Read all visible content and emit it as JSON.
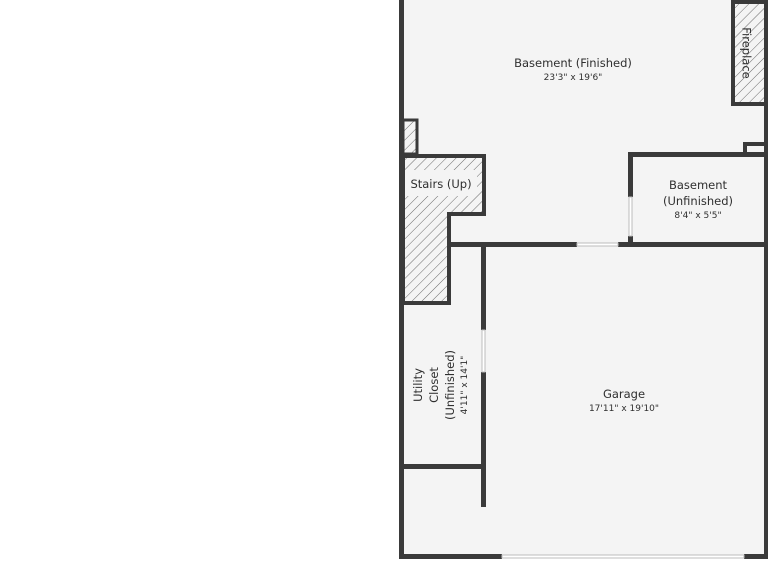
{
  "rooms": {
    "basement_finished": {
      "name": "Basement (Finished)",
      "dimensions": "23'3\" x 19'6\""
    },
    "fireplace": {
      "name": "Fireplace"
    },
    "stairs": {
      "name": "Stairs (Up)"
    },
    "basement_unfinished": {
      "name_line1": "Basement",
      "name_line2": "(Unfinished)",
      "dimensions": "8'4\" x 5'5\""
    },
    "utility_closet": {
      "name_line1": "Utility",
      "name_line2": "Closet",
      "name_line3": "(Unfinished)",
      "dimensions": "4'11\" x 14'1\""
    },
    "garage": {
      "name": "Garage",
      "dimensions": "17'11\" x 19'10\""
    }
  },
  "colors": {
    "wall": "#3a3a3a",
    "floor": "#f4f4f4",
    "background": "#ffffff",
    "hatch": "#6a6a6a",
    "text": "#2f2f2f"
  }
}
